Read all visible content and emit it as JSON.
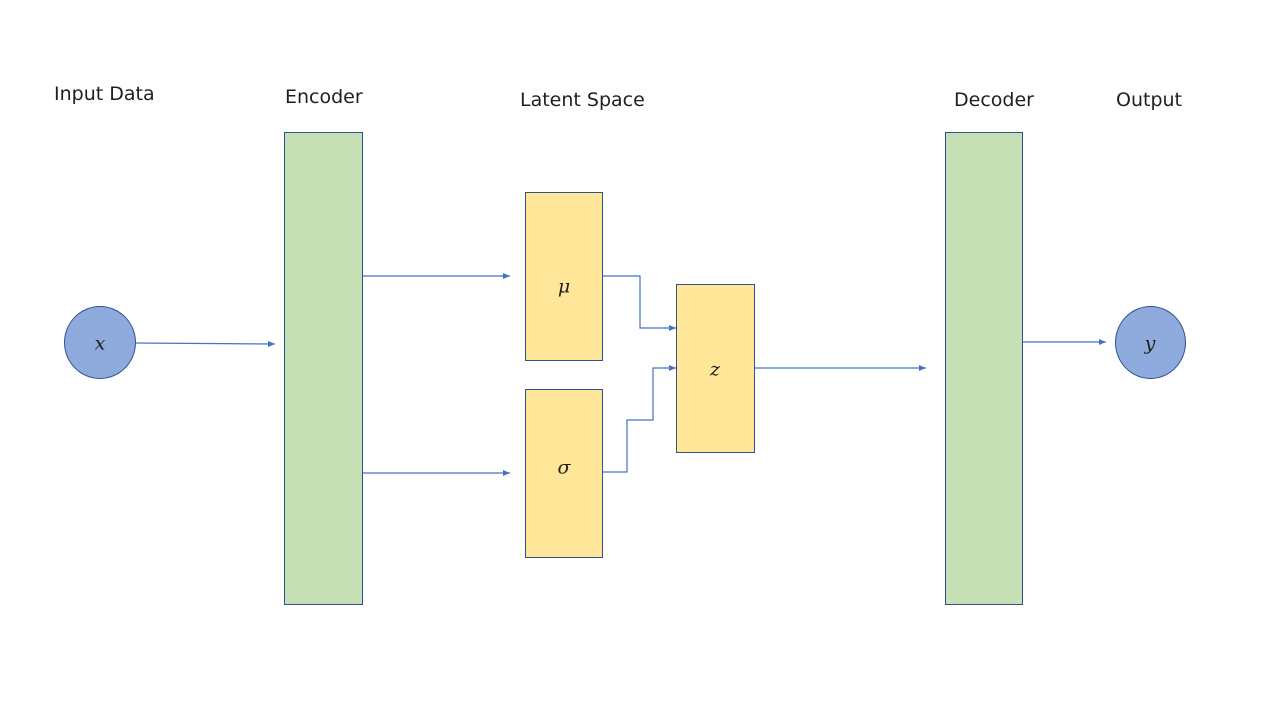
{
  "colors": {
    "encoder_decoder_fill": "#c5e0b4",
    "latent_fill": "#ffe699",
    "node_fill": "#8faadc",
    "connector": "#4472c4",
    "border": "#2f528f"
  },
  "headings": {
    "input": "Input Data",
    "encoder": "Encoder",
    "latent": "Latent Space",
    "decoder": "Decoder",
    "output": "Output"
  },
  "nodes": {
    "input_symbol": "x",
    "mu_symbol": "μ",
    "sigma_symbol": "σ",
    "z_symbol": "z",
    "output_symbol": "y"
  }
}
